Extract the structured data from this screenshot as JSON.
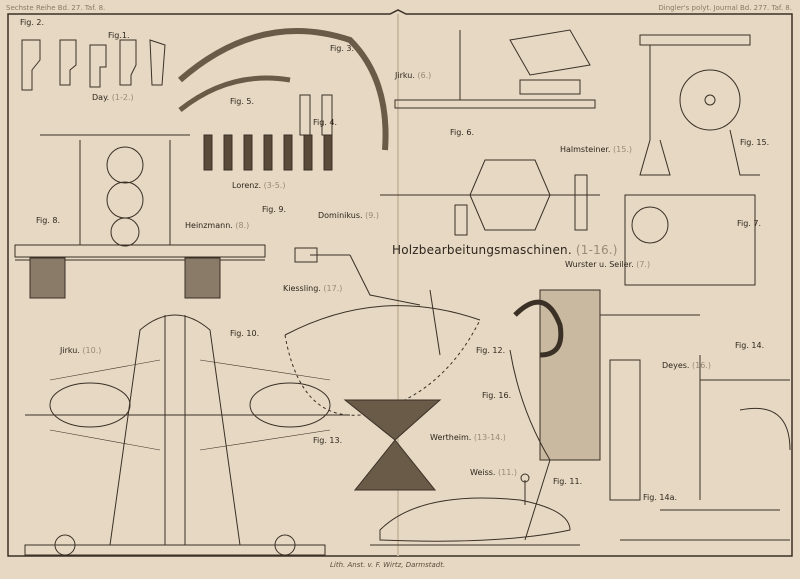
{
  "header": {
    "left": "Sechste Reihe Bd. 27. Taf. 8.",
    "right": "Dingler's polyt. Journal Bd. 277. Taf. 8."
  },
  "title": "Holzbearbeitungsmaschinen.",
  "title_range": "(1-16.)",
  "labels": {
    "fig2": "Fig. 2.",
    "fig1": "Fig.1.",
    "day": "Day.",
    "day_n": "(1-2.)",
    "fig3": "Fig. 3.",
    "fig5": "Fig. 5.",
    "fig4": "Fig. 4.",
    "jirku6": "Jirku.",
    "jirku6_n": "(6.)",
    "fig6": "Fig. 6.",
    "halmsteiner": "Halmsteiner.",
    "halmsteiner_n": "(15.)",
    "fig15": "Fig. 15.",
    "lorenz": "Lorenz.",
    "lorenz_n": "(3-5.)",
    "heinzmann": "Heinzmann.",
    "heinzmann_n": "(8.)",
    "fig8": "Fig. 8.",
    "fig9": "Fig. 9.",
    "dominikus": "Dominikus.",
    "dominikus_n": "(9.)",
    "fig7": "Fig. 7.",
    "wurster": "Wurster u. Seiler.",
    "wurster_n": "(7.)",
    "kiessling": "Kiessling.",
    "kiessling_n": "(17.)",
    "fig10": "Fig. 10.",
    "jirku10": "Jirku.",
    "jirku10_n": "(10.)",
    "fig12": "Fig. 12.",
    "deyes": "Deyes.",
    "deyes_n": "(16.)",
    "fig14": "Fig. 14.",
    "fig16": "Fig. 16.",
    "wertheim": "Wertheim.",
    "wertheim_n": "(13-14.)",
    "fig13": "Fig. 13.",
    "weiss": "Weiss.",
    "weiss_n": "(11.)",
    "fig11": "Fig. 11.",
    "fig14a": "Fig. 14a."
  },
  "footer": "Lith. Anst. v. F. Wirtz, Darmstadt."
}
